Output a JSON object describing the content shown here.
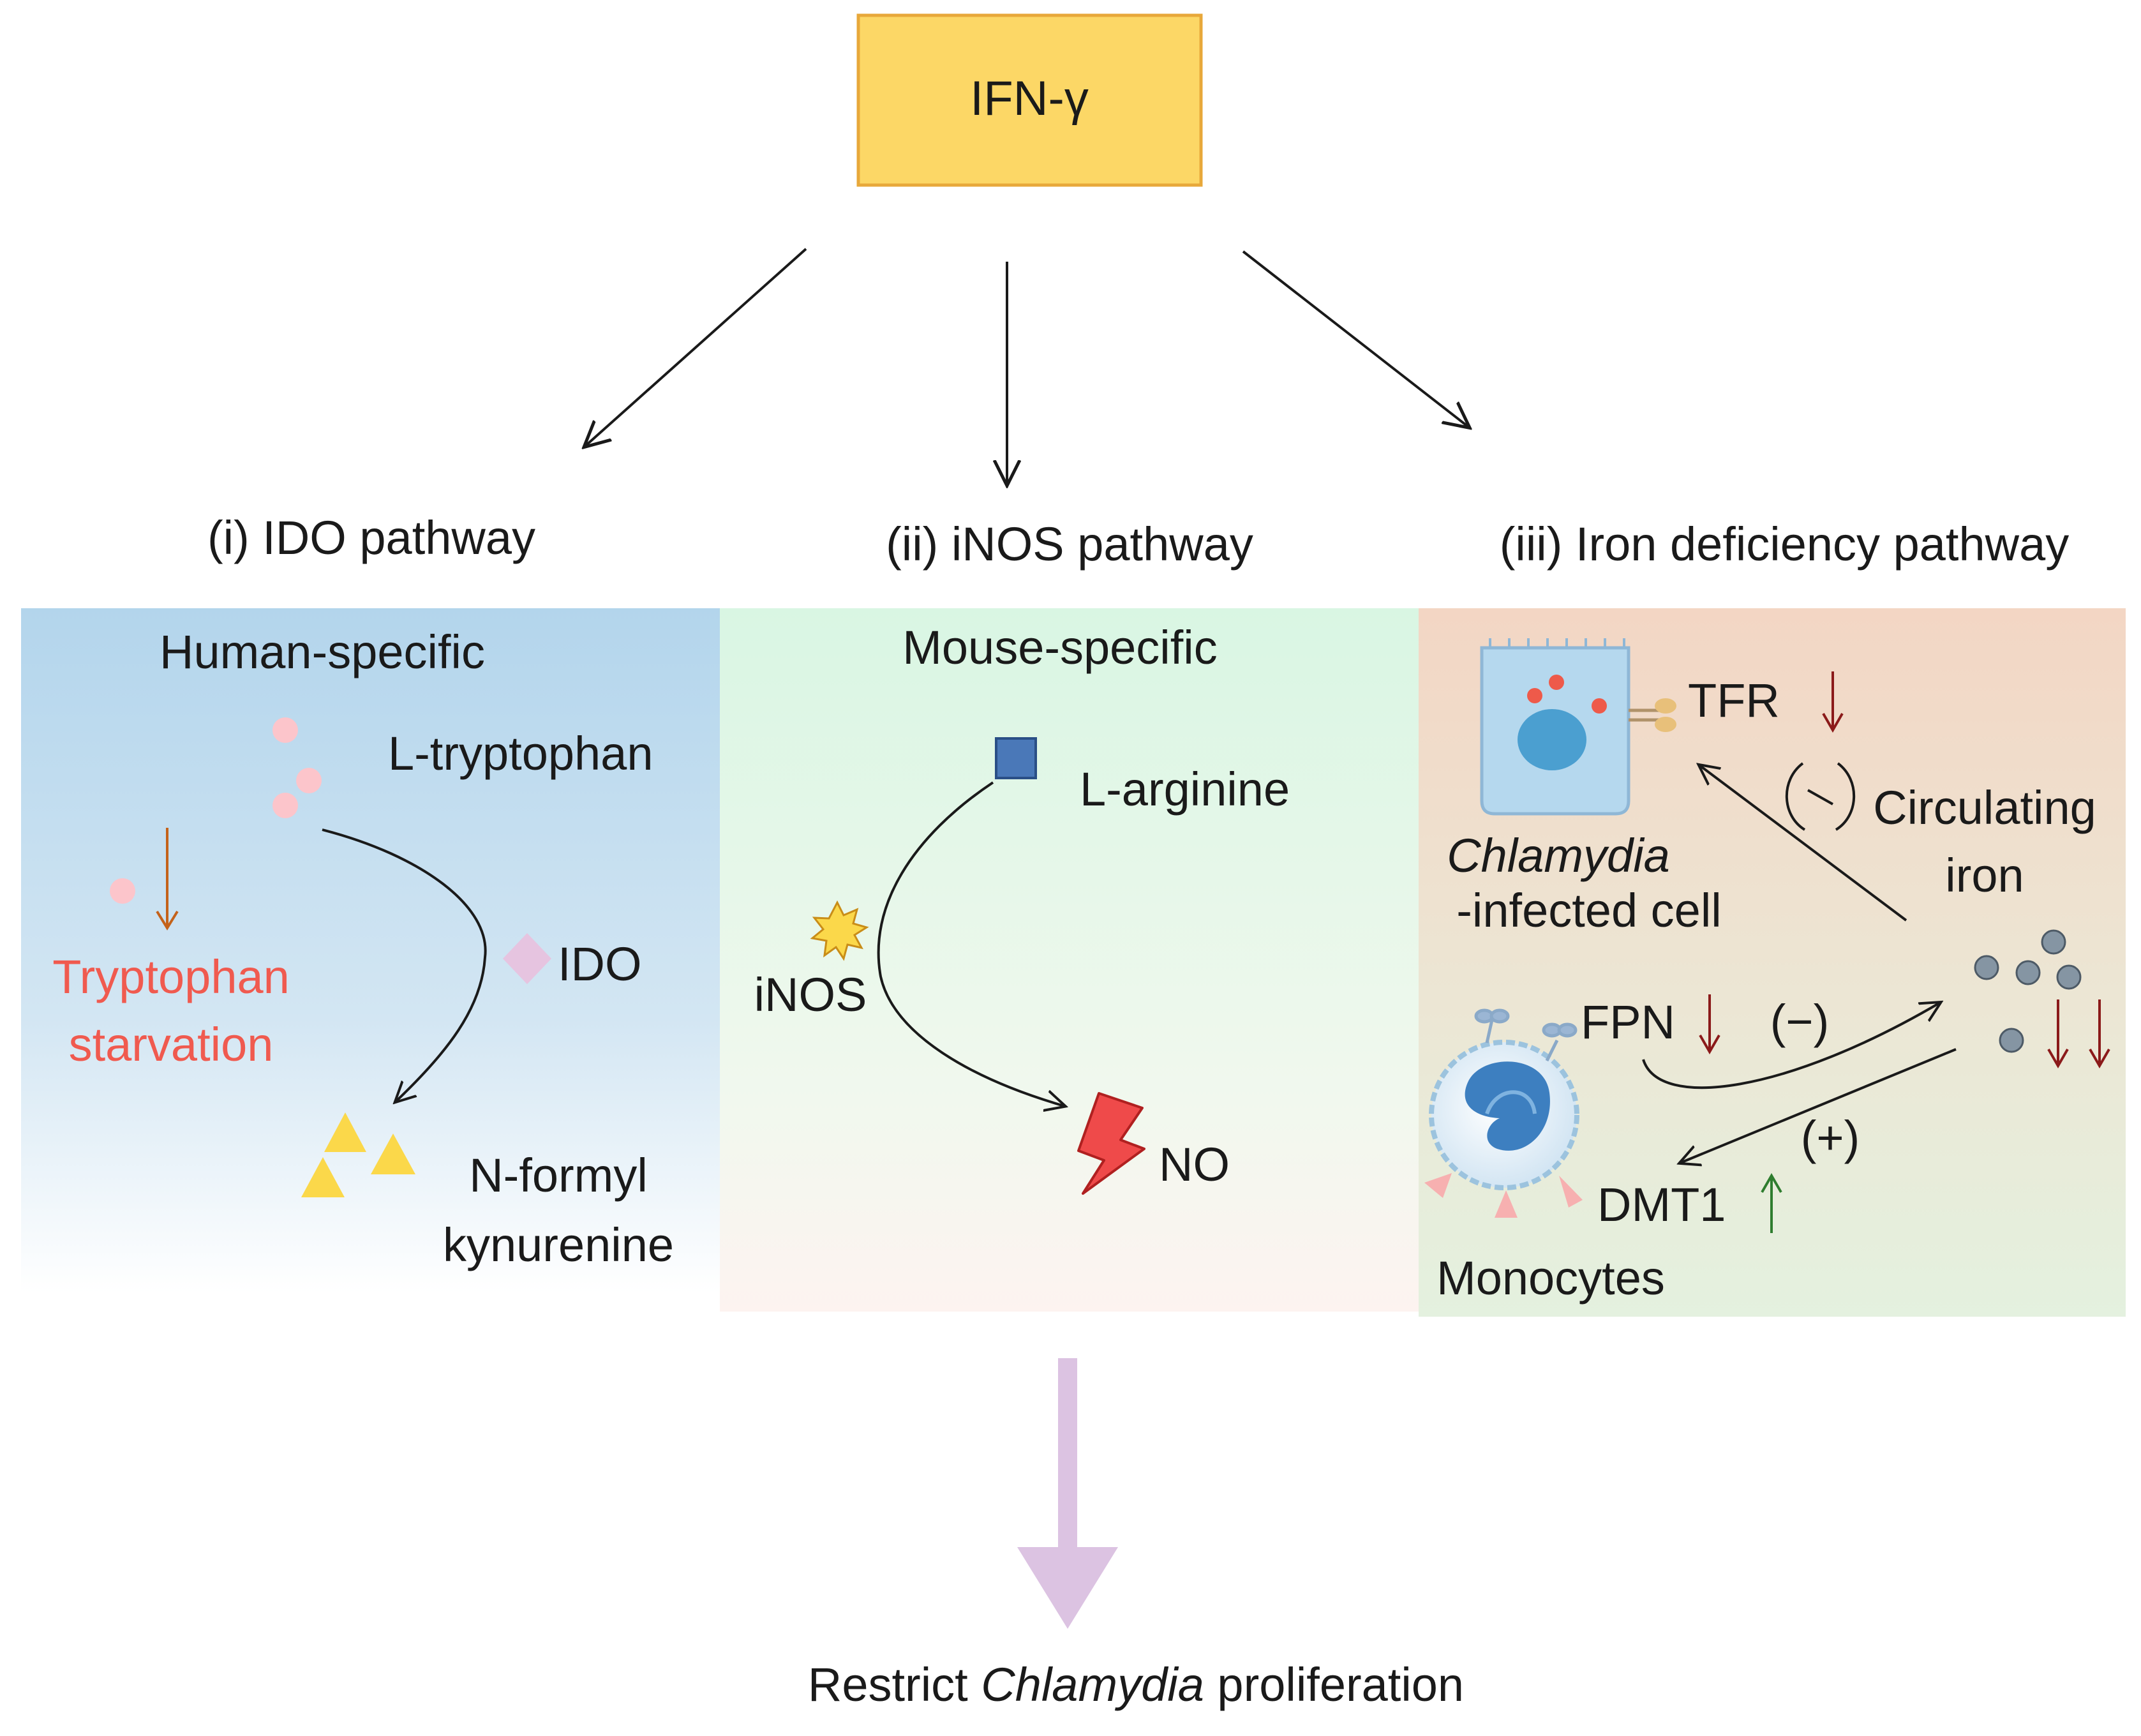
{
  "top_box": {
    "label": "IFN-γ"
  },
  "pathways": {
    "ido": {
      "title": "(i) IDO pathway",
      "species": "Human-specific",
      "substrate": "L-tryptophan",
      "enzyme": "IDO",
      "product_line1": "N-formyl",
      "product_line2": "kynurenine",
      "effect_line1": "Tryptophan",
      "effect_line2": "starvation",
      "effect_color": "#f05a4f"
    },
    "inos": {
      "title": "(ii) iNOS pathway",
      "species": "Mouse-specific",
      "substrate": "L-arginine",
      "enzyme": "iNOS",
      "product": "NO"
    },
    "iron": {
      "title": "(iii) Iron deficiency pathway",
      "receptor": "TFR",
      "inhibit_sign": "(−)",
      "circulating_line1": "Circulating",
      "circulating_line2": "iron",
      "cell_italic": "Chlamydia",
      "cell_line2": "-infected cell",
      "exporter": "FPN",
      "exporter_sign": "(−)",
      "importer": "DMT1",
      "importer_sign": "(+)",
      "monocytes": "Monocytes"
    }
  },
  "outcome": {
    "prefix": "Restrict ",
    "italic": "Chlamydia",
    "suffix": " proliferation"
  },
  "colors": {
    "top_box_fill": "#fcd766",
    "top_box_stroke": "#e8a83a",
    "panel_blue": "#b6d6ec",
    "panel_green": "#dcf7e6",
    "panel_peach": "#f3d8c6",
    "down_arrow_red": "#8b1a1a",
    "up_arrow_green": "#2f7d2f",
    "orange_arrow": "#c4621a",
    "big_arrow": "#dcc3e2"
  }
}
